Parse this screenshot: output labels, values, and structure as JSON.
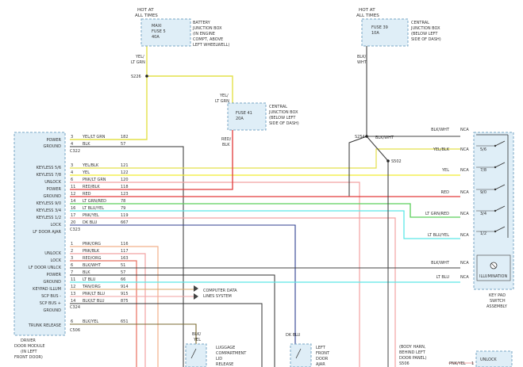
{
  "top_left": {
    "label1": "HOT AT",
    "label2": "ALL TIMES"
  },
  "top_right": {
    "label1": "HOT AT",
    "label2": "ALL TIMES"
  },
  "battery_box": {
    "fuse_lines": [
      "MAXI",
      "FUSE 5",
      "40A"
    ],
    "desc_lines": [
      "BATTERY",
      "JUNCTION BOX",
      "(IN ENGINE",
      "COMPT, ABOVE",
      "LEFT WHEELWELL)"
    ]
  },
  "fuse39_box": {
    "fuse_lines": [
      "FUSE 39",
      "10A"
    ],
    "desc_lines": [
      "CENTRAL",
      "JUNCTION BOX",
      "(BELOW LEFT",
      "SIDE OF DASH)"
    ]
  },
  "fuse41_box": {
    "fuse_lines": [
      "FUSE 41",
      "20A"
    ],
    "desc_lines": [
      "CENTRAL",
      "JUNCTION BOX",
      "(BELOW LEFT",
      "SIDE OF DASH)"
    ]
  },
  "splices": {
    "s226": "S226",
    "s254": "S254",
    "s502": "S502",
    "s506": "S506"
  },
  "wire_labels": {
    "yel_ltgrn_a1": "YEL/",
    "yel_ltgrn_a2": "LT GRN",
    "yel_ltgrn_b1": "YEL/",
    "yel_ltgrn_b2": "LT GRN",
    "red_blk1": "RED/",
    "red_blk2": "BLK",
    "blk_wht_a1": "BLK/",
    "blk_wht_a2": "WHT",
    "blk_wht_b": "BLK/WHT",
    "blk_yel1": "BLK/",
    "blk_yel2": "YEL",
    "dk_blu": "DK BLU",
    "pnk_yel": "PNK/YEL"
  },
  "module": {
    "left_labels": [
      "POWER",
      "GROUND",
      "KEYLESS 5/6",
      "KEYLESS 7/8",
      "UNLOCK",
      "POWER",
      "GROUND",
      "KEYLESS 9/0",
      "KEYLESS 3/4",
      "KEYLESS 1/2",
      "LOCK",
      "LF DOOR AJAR",
      "UNLOCK",
      "LOCK",
      "LF DOOR UNLCK",
      "POWER",
      "GROUND",
      "KEYPAD ILLUM",
      "SCP BUS -",
      "SCP BUS +",
      "GROUND",
      "TRUNK RELEASE"
    ],
    "desc_lines": [
      "DRIVER",
      "DOOR MODULE",
      "(IN LEFT",
      "FRONT DOOR)"
    ],
    "connectors": [
      "C322",
      "C323",
      "C324",
      "C506"
    ]
  },
  "wires": [
    {
      "pin": "3",
      "color": "YEL/LT GRN",
      "num": "182"
    },
    {
      "pin": "4",
      "color": "BLK",
      "num": "57"
    },
    {
      "pin": "3",
      "color": "YEL/BLK",
      "num": "121"
    },
    {
      "pin": "4",
      "color": "YEL",
      "num": "122"
    },
    {
      "pin": "6",
      "color": "PNK/LT GRN",
      "num": "120"
    },
    {
      "pin": "11",
      "color": "RED/BLK",
      "num": "118"
    },
    {
      "pin": "12",
      "color": "RED",
      "num": "123"
    },
    {
      "pin": "14",
      "color": "LT GRN/RED",
      "num": "78"
    },
    {
      "pin": "16",
      "color": "LT BLU/YEL",
      "num": "79"
    },
    {
      "pin": "17",
      "color": "PNK/YEL",
      "num": "119"
    },
    {
      "pin": "20",
      "color": "DK BLU",
      "num": "667"
    },
    {
      "pin": "1",
      "color": "PNK/ORG",
      "num": "116"
    },
    {
      "pin": "2",
      "color": "PNK/BLK",
      "num": "117"
    },
    {
      "pin": "3",
      "color": "RED/ORG",
      "num": "163"
    },
    {
      "pin": "6",
      "color": "BLK/WHT",
      "num": "51"
    },
    {
      "pin": "7",
      "color": "BLK",
      "num": "57"
    },
    {
      "pin": "11",
      "color": "LT BLU",
      "num": "66"
    },
    {
      "pin": "12",
      "color": "TAN/ORG",
      "num": "914"
    },
    {
      "pin": "13",
      "color": "PNK/LT BLU",
      "num": "915"
    },
    {
      "pin": "14",
      "color": "BLK/LT BLU",
      "num": "875"
    },
    {
      "pin": "6",
      "color": "BLK/YEL",
      "num": "651"
    }
  ],
  "scp_label": [
    "COMPUTER DATA",
    "LINES SYSTEM"
  ],
  "keypad": {
    "right_wires": [
      {
        "color": "BLK/WHT",
        "nca": "NCA"
      },
      {
        "color": "YEL/BLK",
        "nca": "NCA"
      },
      {
        "color": "YEL",
        "nca": "NCA"
      },
      {
        "color": "RED",
        "nca": "NCA"
      },
      {
        "color": "LT GRN/RED",
        "nca": "NCA"
      },
      {
        "color": "LT BLU/YEL",
        "nca": "NCA"
      },
      {
        "color": "BLK/WHT",
        "nca": "NCA"
      },
      {
        "color": "LT BLU",
        "nca": "NCA"
      }
    ],
    "switches": [
      "5/6",
      "7/8",
      "9/0",
      "3/4",
      "1/2"
    ],
    "illumination": "ILLUMINATION",
    "desc_lines": [
      "KEY PAD",
      "SWITCH",
      "ASSEMBLY"
    ]
  },
  "bottom": {
    "luggage_lines": [
      "LUGGAGE",
      "COMPARTMENT",
      "LID",
      "RELEASE"
    ],
    "lf_door_lines": [
      "LEFT",
      "FRONT",
      "DOOR",
      "AJAR"
    ],
    "horn_lines": [
      "(BODY HARN,",
      "BEHIND LEFT",
      "DOOR PANEL)"
    ],
    "unlock_label": "UNLOCK",
    "pin_one": "1"
  }
}
